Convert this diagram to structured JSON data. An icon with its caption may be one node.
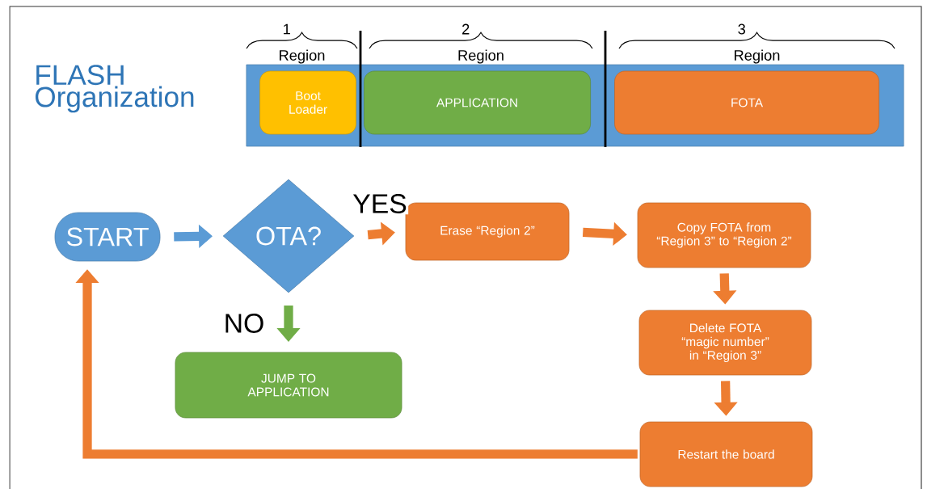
{
  "diagram": {
    "title": "FLASH Organization",
    "nodes": [
      {
        "text": [],
        "shape": "bar"
      },
      {
        "text": [
          "Boot Loader"
        ],
        "in": 0
      },
      {
        "text": [
          "APPLICATION"
        ],
        "in": 0
      },
      {
        "text": [
          "FOTA"
        ],
        "in": 0
      },
      {
        "text": [
          "START"
        ]
      },
      {
        "text": [
          "OTA?"
        ]
      },
      {
        "text": [
          "Erase “Region 2”"
        ]
      },
      {
        "text": [
          "Copy FOTA from “Region 3” to “Region 2”"
        ]
      },
      {
        "text": [
          "Delete FOTA “magic number” in “Region 3”"
        ]
      },
      {
        "text": [
          "Restart the board"
        ]
      },
      {
        "text": [
          "JUMP TO APPLICATION"
        ]
      }
    ],
    "edges": [
      {
        "from": 4,
        "to": 5,
        "arrow": "to",
        "color": "#5b9bd5"
      },
      {
        "from": 5,
        "to": 6,
        "arrow": "to",
        "label": "YES"
      },
      {
        "from": 6,
        "to": 7,
        "arrow": "to"
      },
      {
        "from": 7,
        "to": 8,
        "arrow": "to"
      },
      {
        "from": 8,
        "to": 9,
        "arrow": "to"
      },
      {
        "from": 5,
        "to": 10,
        "arrow": "to",
        "label": "NO",
        "color": "#70ad47"
      },
      {
        "from": 9,
        "to": 4,
        "arrow": "to"
      }
    ],
    "labels": [
      "1",
      "Region",
      "2",
      "Region",
      "3",
      "Region"
    ]
  }
}
